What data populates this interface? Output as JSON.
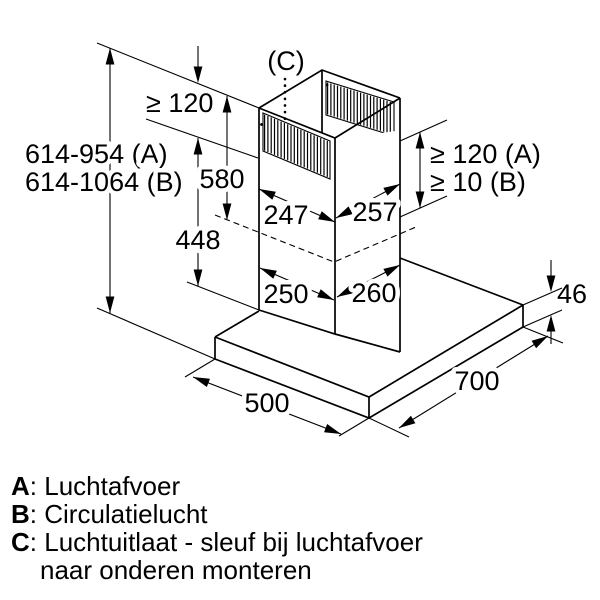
{
  "diagram": {
    "c_top": {
      "pre": "(",
      "key": "C",
      "post": ")"
    },
    "clearance_top": "≥ 120",
    "height_a": {
      "pre": "614-954 (",
      "key": "A",
      "post": ")"
    },
    "height_b": {
      "pre": "614-1064 (",
      "key": "B",
      "post": ")"
    },
    "upper_section": "580",
    "lower_section": "448",
    "top_width": "247",
    "top_depth": "257",
    "bottom_width": "250",
    "bottom_depth": "260",
    "slot_clearance_a": {
      "pre": "≥ 120 (",
      "key": "A",
      "post": ")"
    },
    "slot_clearance_b": {
      "pre": "≥ 10 (",
      "key": "B",
      "post": ")"
    },
    "body_height": "46",
    "body_depth": "700",
    "body_width": "500"
  },
  "legend": {
    "items": [
      {
        "key": "A",
        "sep": ": ",
        "text": "Luchtafvoer"
      },
      {
        "key": "B",
        "sep": ": ",
        "text": "Circulatielucht"
      },
      {
        "key": "C",
        "sep": ": ",
        "text": "Luchtuitlaat - sleuf bij luchtafvoer",
        "text2": "naar onderen monteren"
      }
    ]
  },
  "colors": {
    "line": "#000000",
    "background": "#ffffff"
  }
}
